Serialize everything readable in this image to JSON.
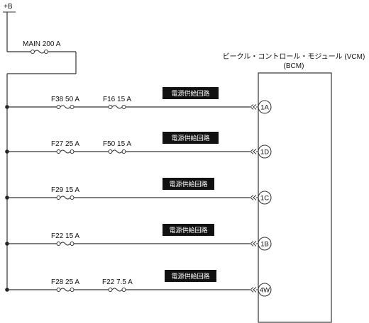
{
  "supply": {
    "label": "+B"
  },
  "main_fuse": {
    "label": "MAIN 200 A"
  },
  "module": {
    "name": "ビークル・コントロール・モジュール (VCM)",
    "code": "(BCM)"
  },
  "circuits": [
    {
      "fuses": [
        "F38 50 A",
        "F16 15 A"
      ],
      "badge": "電源供給回路",
      "pin": "1A"
    },
    {
      "fuses": [
        "F27 25 A",
        "F50 15 A"
      ],
      "badge": "電源供給回路",
      "pin": "1D"
    },
    {
      "fuses": [
        "F29 15 A"
      ],
      "badge": "電源供給回路",
      "pin": "1C"
    },
    {
      "fuses": [
        "F22 15 A"
      ],
      "badge": "電源供給回路",
      "pin": "1B"
    },
    {
      "fuses": [
        "F28 25 A",
        "F22 7.5 A"
      ],
      "badge": "電源供給回路",
      "pin": "4W"
    }
  ]
}
